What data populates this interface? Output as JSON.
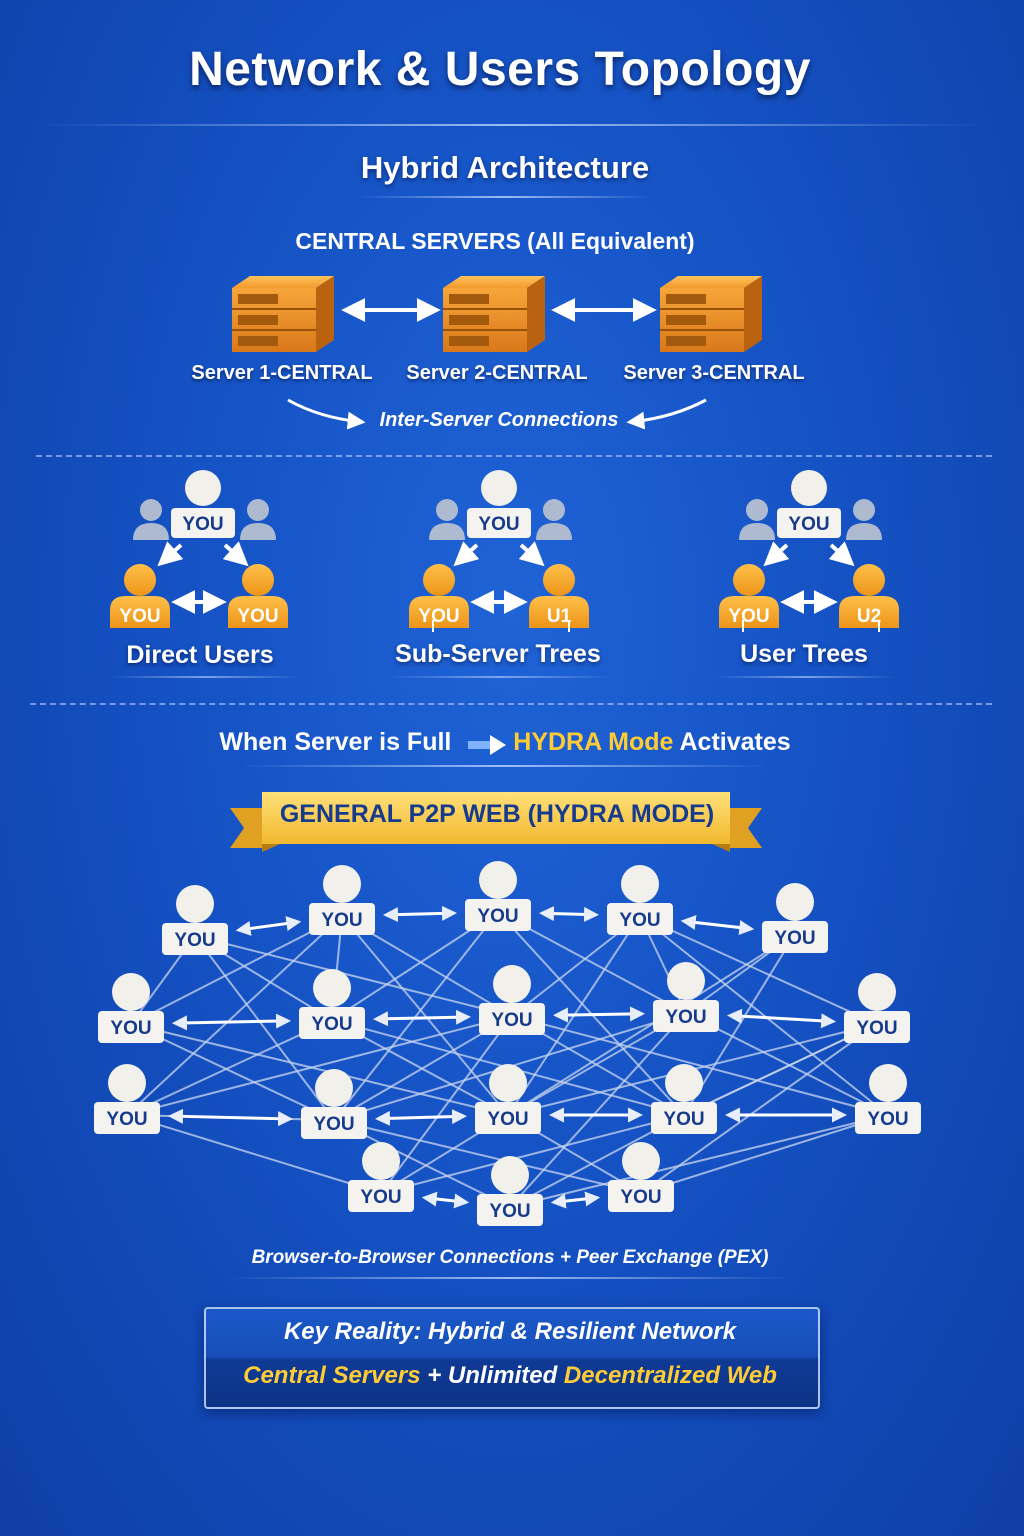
{
  "title": "Network & Users Topology",
  "subtitle": "Hybrid Architecture",
  "central": {
    "label": "CENTRAL SERVERS (All Equivalent)",
    "servers": [
      "Server 1-CENTRAL",
      "Server 2-CENTRAL",
      "Server 3-CENTRAL"
    ],
    "connections_label": "Inter-Server Connections"
  },
  "user_groups": [
    {
      "caption": "Direct Users",
      "top": "YOU",
      "left": "YOU",
      "right": "YOU"
    },
    {
      "caption": "Sub-Server Trees",
      "top": "YOU",
      "left": "YOU",
      "right": "U1"
    },
    {
      "caption": "User Trees",
      "top": "YOU",
      "left": "YOU",
      "right": "U2"
    }
  ],
  "hydra": {
    "line_prefix": "When Server is Full",
    "line_highlight": "HYDRA Mode",
    "line_suffix": "Activates",
    "banner": "GENERAL P2P WEB (HYDRA MODE)",
    "peer_label": "YOU",
    "pex_label": "Browser-to-Browser Connections + Peer Exchange (PEX)"
  },
  "key": {
    "title": "Key Reality: Hybrid & Resilient Network",
    "highlight1": "Central Servers",
    "plus": "+",
    "mid": "Unlimited",
    "highlight2": "Decentralized Web"
  },
  "colors": {
    "background": "#1552c4",
    "server_orange": "#f0962a",
    "user_orange": "#f5a623",
    "highlight_yellow": "#ffcc33",
    "banner_gold": "#f6c843"
  }
}
